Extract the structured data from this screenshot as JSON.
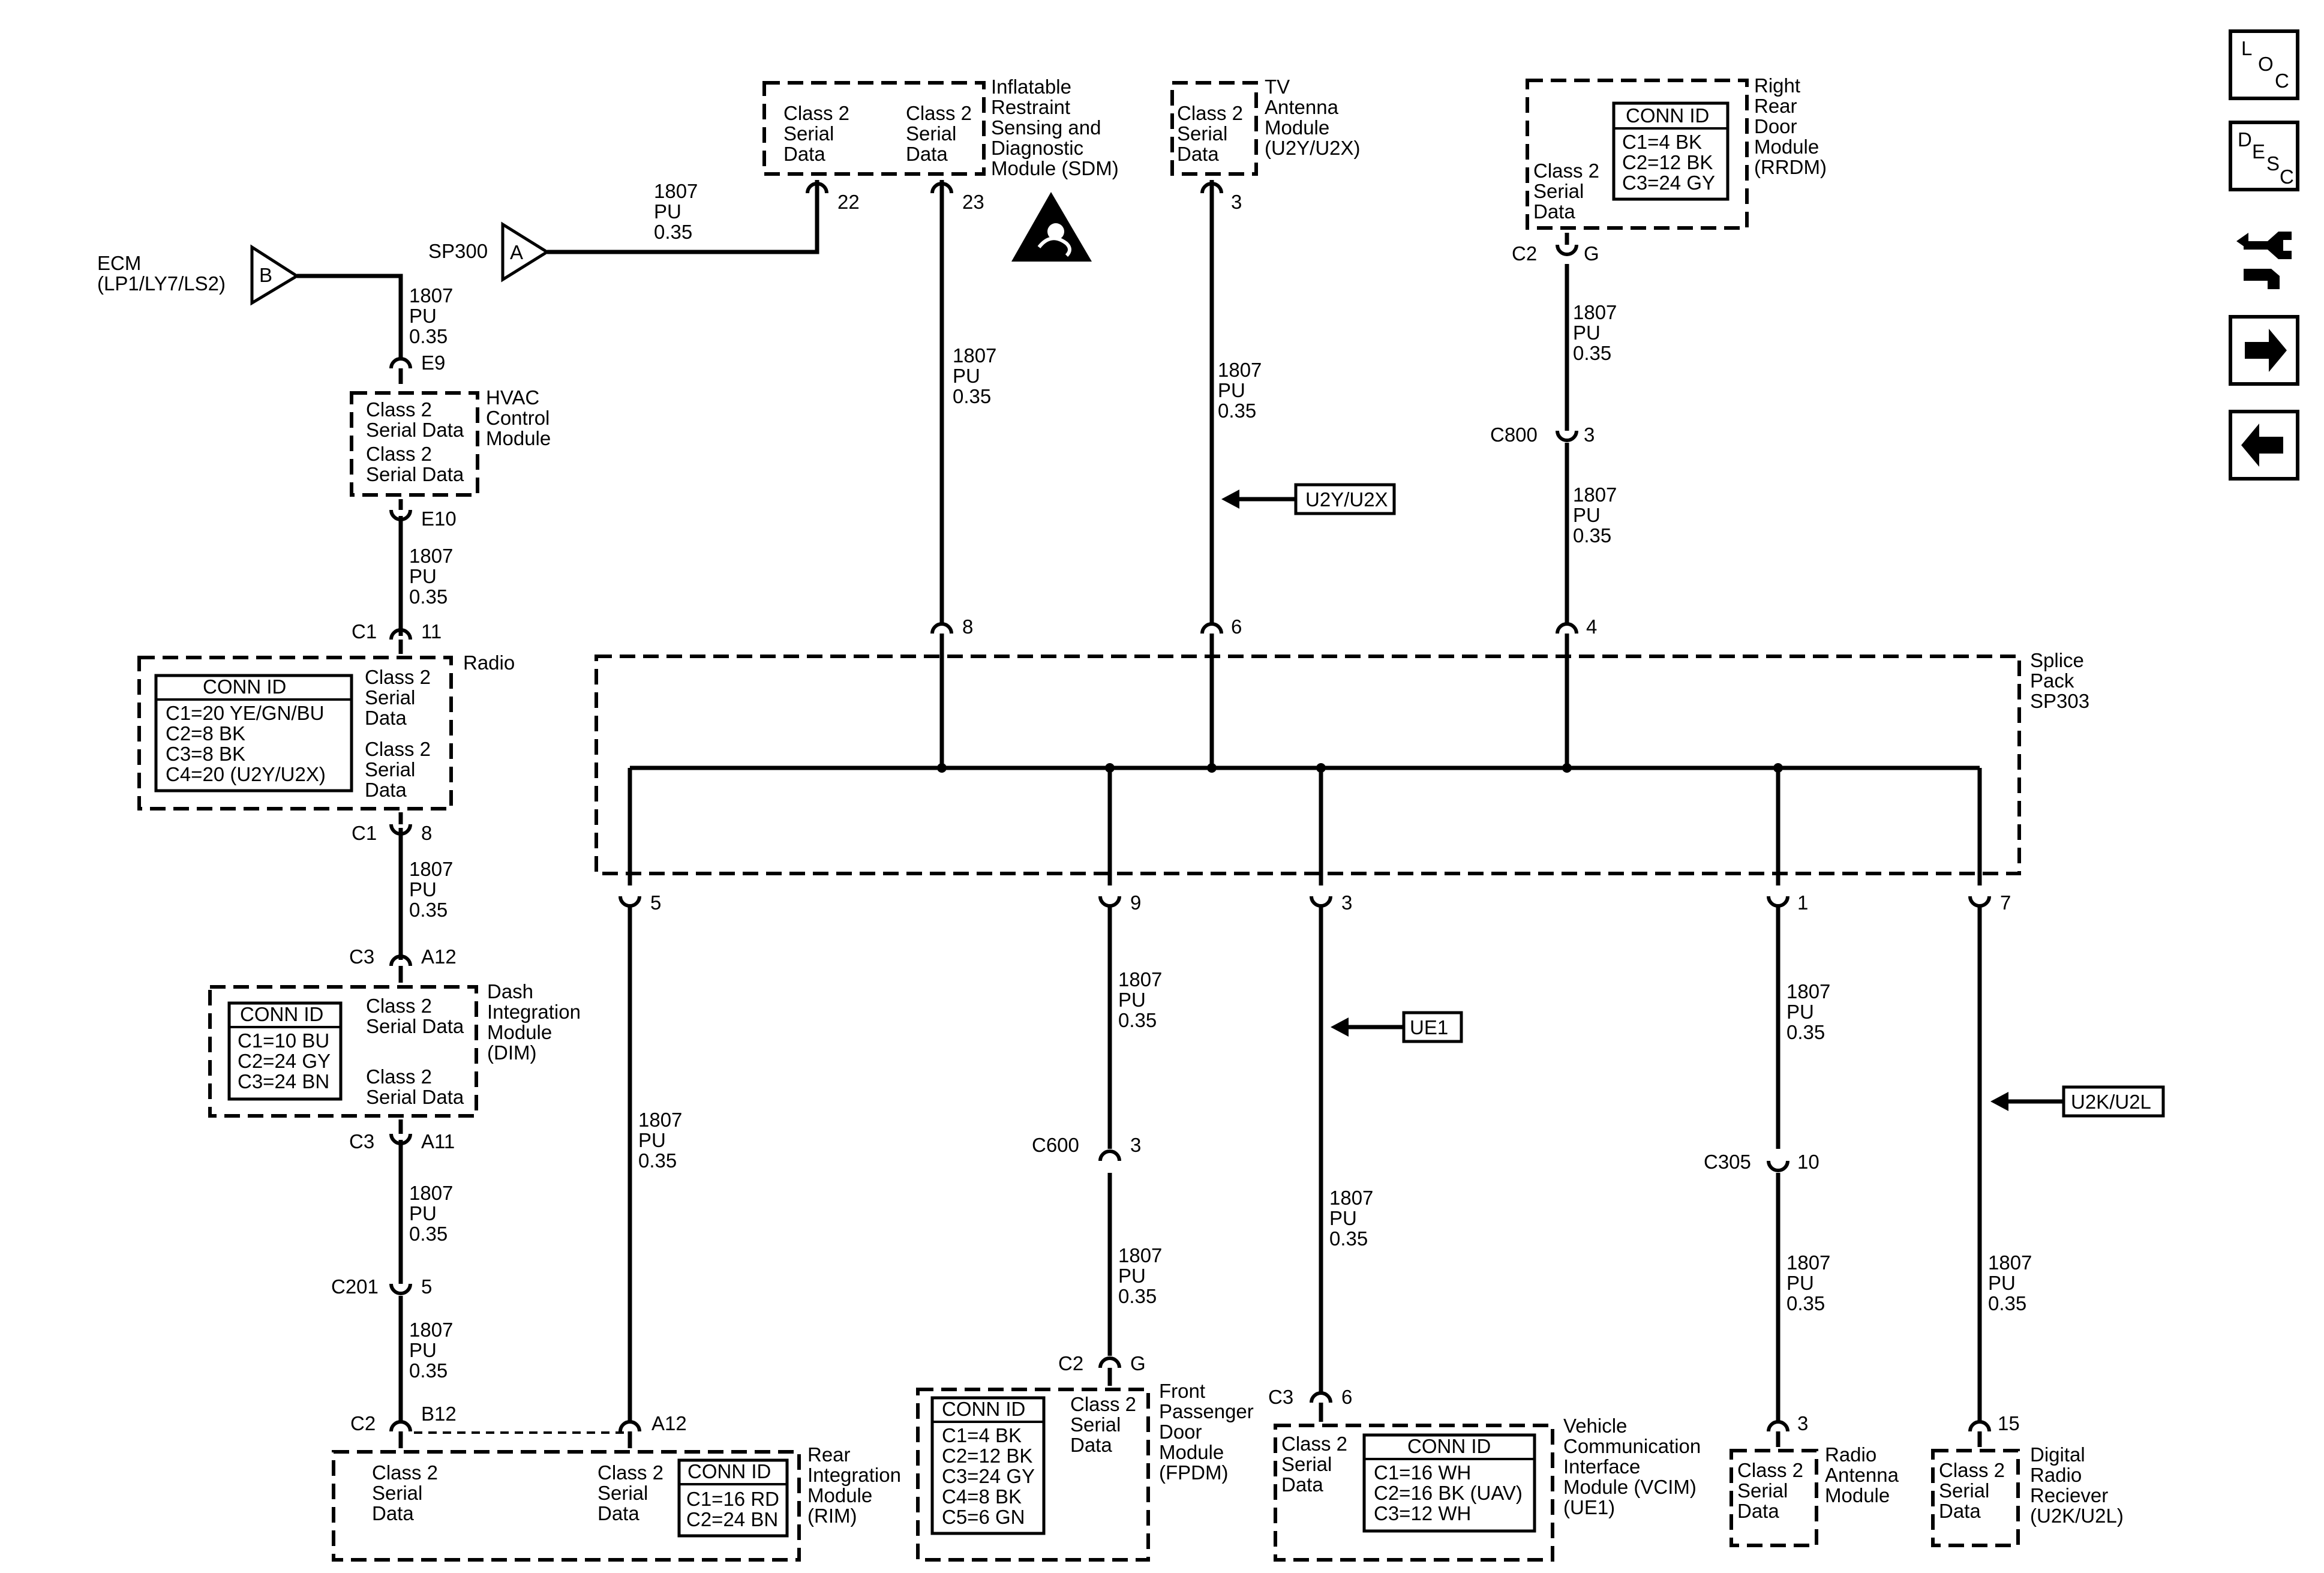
{
  "wire": {
    "circuit": "1807",
    "color": "PU",
    "size": "0.35"
  },
  "colors": {
    "line": "#000000",
    "background": "#ffffff"
  },
  "labels": {
    "class2_line1": "Class 2",
    "class2_serial": "Serial",
    "class2_data": "Data",
    "class2_serial_data": "Serial Data",
    "conn_id": "CONN ID"
  },
  "offpage": {
    "ecm": {
      "letter": "B",
      "name": "ECM",
      "sub": "(LP1/LY7/LS2)"
    },
    "sp300": {
      "letter": "A",
      "name": "SP300"
    }
  },
  "modules": {
    "sdm": [
      "Inflatable",
      "Restraint",
      "Sensing and",
      "Diagnostic",
      "Module (SDM)"
    ],
    "tv": [
      "TV",
      "Antenna",
      "Module",
      "(U2Y/U2X)"
    ],
    "rrdm": [
      "Right",
      "Rear",
      "Door",
      "Module",
      "(RRDM)"
    ],
    "hvac": [
      "HVAC",
      "Control",
      "Module"
    ],
    "radio": [
      "Radio"
    ],
    "dim": [
      "Dash",
      "Integration",
      "Module",
      "(DIM)"
    ],
    "splice": [
      "Splice",
      "Pack",
      "SP303"
    ],
    "rim": [
      "Rear",
      "Integration",
      "Module",
      "(RIM)"
    ],
    "fpdm": [
      "Front",
      "Passenger",
      "Door",
      "Module",
      "(FPDM)"
    ],
    "vcim": [
      "Vehicle",
      "Communication",
      "Interface",
      "Module (VCIM)",
      "(UE1)"
    ],
    "radio_ant": [
      "Radio",
      "Antenna",
      "Module"
    ],
    "dr": [
      "Digital",
      "Radio",
      "Reciever",
      "(U2K/U2L)"
    ]
  },
  "conn_ids": {
    "rrdm": [
      "C1=4 BK",
      "C2=12 BK",
      "C3=24 GY"
    ],
    "radio": [
      "C1=20 YE/GN/BU",
      "C2=8 BK",
      "C3=8 BK",
      "C4=20 (U2Y/U2X)"
    ],
    "dim": [
      "C1=10 BU",
      "C2=24 GY",
      "C3=24 BN"
    ],
    "rim": [
      "C1=16 RD",
      "C2=24 BN"
    ],
    "fpdm": [
      "C1=4 BK",
      "C2=12 BK",
      "C3=24 GY",
      "C4=8 BK",
      "C5=6 GN"
    ],
    "vcim": [
      "C1=16 WH",
      "C2=16 BK (UAV)",
      "C3=12 WH"
    ]
  },
  "options": {
    "u2y": "U2Y/U2X",
    "ue1": "UE1",
    "u2k": "U2K/U2L"
  },
  "pins": {
    "sdm_a": "22",
    "sdm_b": "23",
    "tv": "3",
    "rrdm_conn": "C2",
    "rrdm_pin": "G",
    "c800_conn": "C800",
    "c800_pin": "3",
    "hvac_e9": "E9",
    "hvac_e10": "E10",
    "radio_c1_top": "C1",
    "radio_pin_top": "11",
    "radio_c1_bot": "C1",
    "radio_pin_bot": "8",
    "dim_c3_top": "C3",
    "dim_pin_top": "A12",
    "dim_c3_bot": "C3",
    "dim_pin_bot": "A11",
    "c201_conn": "C201",
    "c201_pin": "5",
    "rim_c2": "C2",
    "rim_b12": "B12",
    "rim_a12": "A12",
    "sp_top_sdm": "8",
    "sp_top_tv": "6",
    "sp_top_rrdm": "4",
    "sp_bot_rim": "5",
    "sp_bot_fpdm": "9",
    "sp_bot_vcim": "3",
    "sp_bot_ant": "1",
    "sp_bot_dr": "7",
    "c600_conn": "C600",
    "c600_pin": "3",
    "fpdm_conn": "C2",
    "fpdm_pin": "G",
    "c305_conn": "C305",
    "c305_pin": "10",
    "vcim_conn": "C3",
    "vcim_pin": "6",
    "ant_pin": "3",
    "dr_pin": "15"
  },
  "nav": {
    "loc": [
      "L",
      "O",
      "C"
    ],
    "desc": [
      "D",
      "E",
      "S",
      "C"
    ],
    "icons": [
      "connector-icon",
      "next-arrow-icon",
      "previous-arrow-icon"
    ]
  }
}
